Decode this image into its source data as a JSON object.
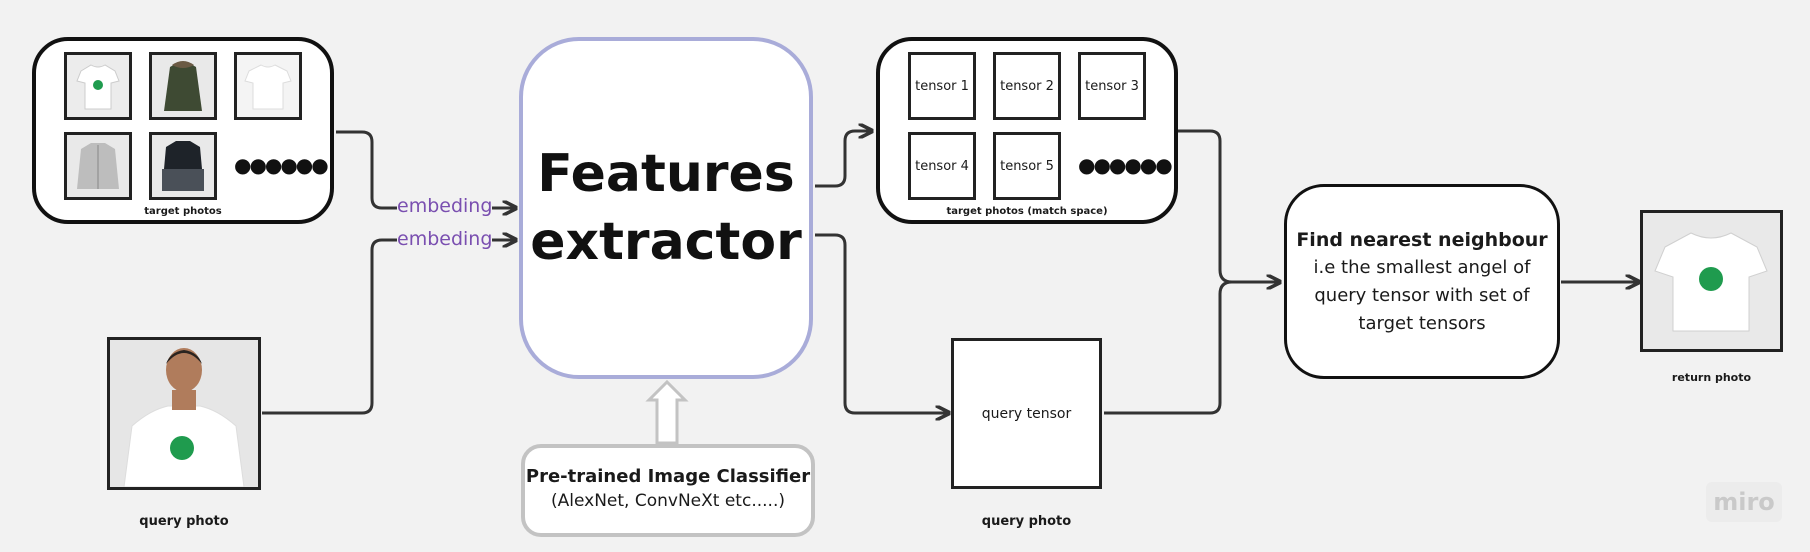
{
  "target_group": {
    "caption": "target photos",
    "ellipsis": "●●●●●●"
  },
  "tensor_group": {
    "tensors": [
      "tensor 1",
      "tensor 2",
      "tensor 3",
      "tensor 4",
      "tensor 5"
    ],
    "ellipsis": "●●●●●●",
    "caption": "target photos (match space)"
  },
  "edges": {
    "top": "embeding",
    "bottom": "embeding"
  },
  "extractor": {
    "line1": "Features",
    "line2": "extractor"
  },
  "classifier": {
    "title": "Pre-trained Image Classifier",
    "subtitle": "(AlexNet, ConvNeXt etc.....)"
  },
  "query": {
    "caption": "query photo"
  },
  "query_tensor": {
    "label": "query tensor",
    "caption": "query photo"
  },
  "nearest": {
    "title": "Find nearest neighbour",
    "line1": "i.e the smallest angel of",
    "line2": "query tensor with set of",
    "line3": "target tensors"
  },
  "result": {
    "caption": "return photo"
  },
  "watermark": "miro"
}
